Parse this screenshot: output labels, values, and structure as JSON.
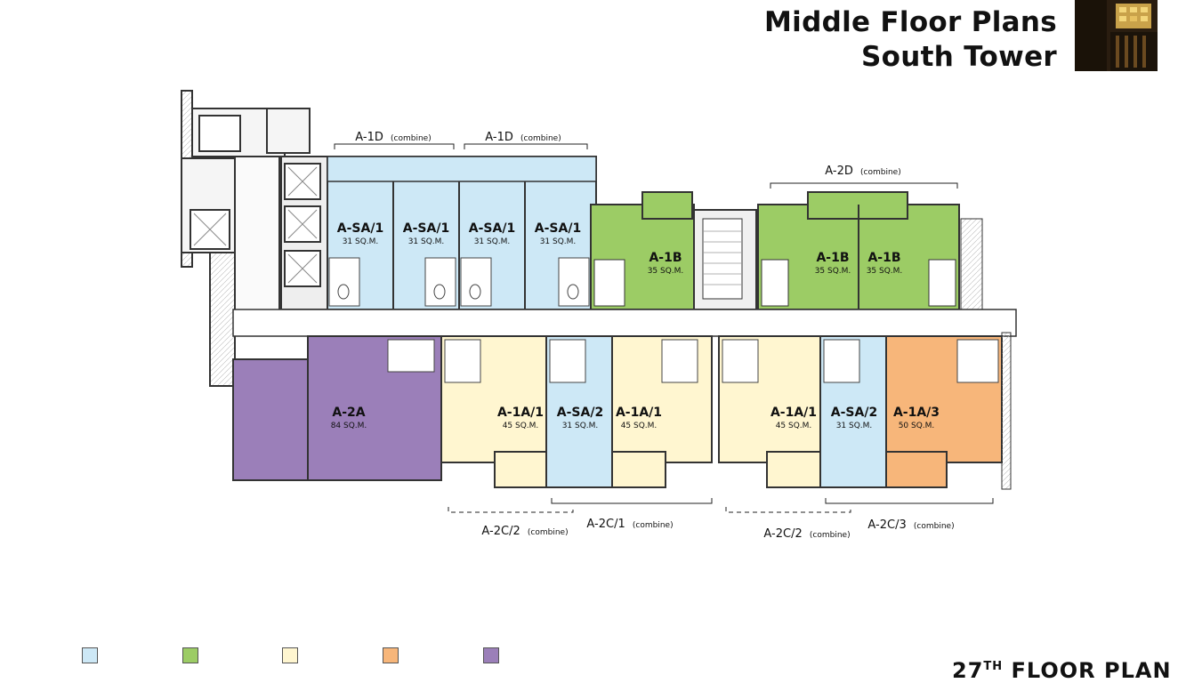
{
  "header": {
    "title_line1": "Middle Floor Plans",
    "title_line2": "South Tower"
  },
  "floor_label": {
    "number": "27",
    "suffix": "TH",
    "text": "FLOOR PLAN"
  },
  "colors": {
    "blue": "#cde8f6",
    "green": "#9ccc65",
    "yellow": "#fff6d0",
    "orange": "#f7b67a",
    "purple": "#9b7fb9",
    "wall": "#333333",
    "core": "#f2f2f2"
  },
  "units": [
    {
      "id": "u1",
      "label": "A-SA/1",
      "area": "31 SQ.M.",
      "color": "blue"
    },
    {
      "id": "u2",
      "label": "A-SA/1",
      "area": "31 SQ.M.",
      "color": "blue"
    },
    {
      "id": "u3",
      "label": "A-SA/1",
      "area": "31 SQ.M.",
      "color": "blue"
    },
    {
      "id": "u4",
      "label": "A-SA/1",
      "area": "31 SQ.M.",
      "color": "blue"
    },
    {
      "id": "u5",
      "label": "A-1B",
      "area": "35 SQ.M.",
      "color": "green"
    },
    {
      "id": "u6",
      "label": "A-1B",
      "area": "35 SQ.M.",
      "color": "green"
    },
    {
      "id": "u7",
      "label": "A-1B",
      "area": "35 SQ.M.",
      "color": "green"
    },
    {
      "id": "u8",
      "label": "A-2A",
      "area": "84 SQ.M.",
      "color": "purple"
    },
    {
      "id": "u9",
      "label": "A-1A/1",
      "area": "45 SQ.M.",
      "color": "yellow"
    },
    {
      "id": "u10",
      "label": "A-SA/2",
      "area": "31 SQ.M.",
      "color": "blue"
    },
    {
      "id": "u11",
      "label": "A-1A/1",
      "area": "45 SQ.M.",
      "color": "yellow"
    },
    {
      "id": "u12",
      "label": "A-1A/1",
      "area": "45 SQ.M.",
      "color": "yellow"
    },
    {
      "id": "u13",
      "label": "A-SA/2",
      "area": "31 SQ.M.",
      "color": "blue"
    },
    {
      "id": "u14",
      "label": "A-1A/3",
      "area": "50 SQ.M.",
      "color": "orange"
    }
  ],
  "combos": [
    {
      "id": "c1",
      "name": "A-1D",
      "note": "(combine)"
    },
    {
      "id": "c2",
      "name": "A-1D",
      "note": "(combine)"
    },
    {
      "id": "c3",
      "name": "A-2D",
      "note": "(combine)"
    },
    {
      "id": "c4",
      "name": "A-2C/2",
      "note": "(combine)"
    },
    {
      "id": "c5",
      "name": "A-2C/1",
      "note": "(combine)"
    },
    {
      "id": "c6",
      "name": "A-2C/2",
      "note": "(combine)"
    },
    {
      "id": "c7",
      "name": "A-2C/3",
      "note": "(combine)"
    }
  ],
  "legend": [
    {
      "color": "blue"
    },
    {
      "color": "green"
    },
    {
      "color": "yellow"
    },
    {
      "color": "orange"
    },
    {
      "color": "purple"
    }
  ]
}
